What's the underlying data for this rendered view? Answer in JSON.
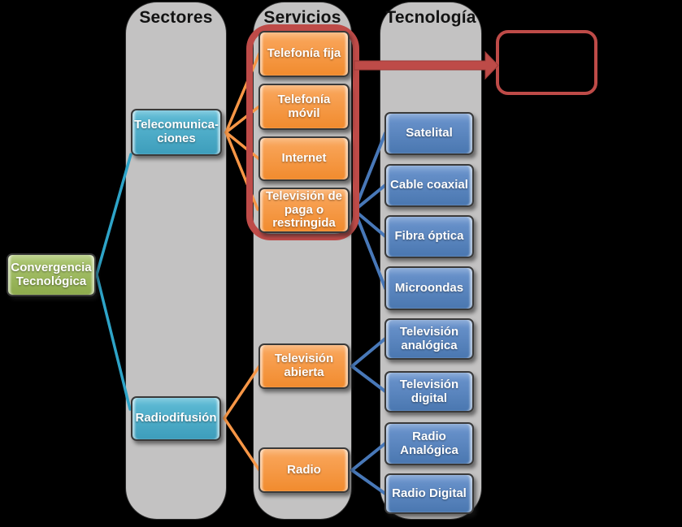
{
  "headers": {
    "sectores": "Sectores",
    "servicios": "Servicios",
    "tecnologia": "Tecnología"
  },
  "root": {
    "label": "Convergencia\nTecnológica"
  },
  "nodes": {
    "telecomunicaciones": {
      "label": "Telecomunica-\nciones"
    },
    "radiodifusion": {
      "label": "Radiodifusión"
    },
    "telefonia_fija": {
      "label": "Telefonía fija"
    },
    "telefonia_movil": {
      "label": "Telefonía\nmóvil"
    },
    "internet": {
      "label": "Internet"
    },
    "tv_paga": {
      "label": "Televisión de\npaga o\nrestringida"
    },
    "tv_abierta": {
      "label": "Televisión\nabierta"
    },
    "radio": {
      "label": "Radio"
    },
    "satelital": {
      "label": "Satelital"
    },
    "cable_coaxial": {
      "label": "Cable coaxial"
    },
    "fibra_optica": {
      "label": "Fibra óptica"
    },
    "microondas": {
      "label": "Microondas"
    },
    "tv_analogica": {
      "label": "Televisión\nanalógica"
    },
    "tv_digital": {
      "label": "Televisión\ndigital"
    },
    "radio_analogica": {
      "label": "Radio\nAnalógica"
    },
    "radio_digital": {
      "label": "Radio Digital"
    }
  },
  "note_box": {
    "label": ""
  },
  "edges": [
    {
      "from": "root",
      "to": "telecomunicaciones",
      "color": "teal"
    },
    {
      "from": "root",
      "to": "radiodifusion",
      "color": "teal"
    },
    {
      "from": "telecomunicaciones",
      "to": "telefonia_fija",
      "color": "orange"
    },
    {
      "from": "telecomunicaciones",
      "to": "telefonia_movil",
      "color": "orange"
    },
    {
      "from": "telecomunicaciones",
      "to": "internet",
      "color": "orange"
    },
    {
      "from": "telecomunicaciones",
      "to": "tv_paga",
      "color": "orange"
    },
    {
      "from": "tv_paga",
      "to": "satelital",
      "color": "blue"
    },
    {
      "from": "tv_paga",
      "to": "cable_coaxial",
      "color": "blue"
    },
    {
      "from": "tv_paga",
      "to": "fibra_optica",
      "color": "blue"
    },
    {
      "from": "tv_paga",
      "to": "microondas",
      "color": "blue"
    },
    {
      "from": "radiodifusion",
      "to": "tv_abierta",
      "color": "orange"
    },
    {
      "from": "radiodifusion",
      "to": "radio",
      "color": "orange"
    },
    {
      "from": "tv_abierta",
      "to": "tv_analogica",
      "color": "blue"
    },
    {
      "from": "tv_abierta",
      "to": "tv_digital",
      "color": "blue"
    },
    {
      "from": "radio",
      "to": "radio_analogica",
      "color": "blue"
    },
    {
      "from": "radio",
      "to": "radio_digital",
      "color": "blue"
    }
  ],
  "colors": {
    "background": "#000000",
    "column_gray": "#C3C2C2",
    "sector_node_teal": "#4BACC6",
    "service_node_orange": "#F79646",
    "technology_node_blue": "#5586C2",
    "root_node_green": "#9BBB59",
    "highlight_red": "#BE4B48",
    "connector_teal": "#2EA4C8",
    "connector_orange": "#F79646",
    "connector_blue": "#4878B8"
  }
}
